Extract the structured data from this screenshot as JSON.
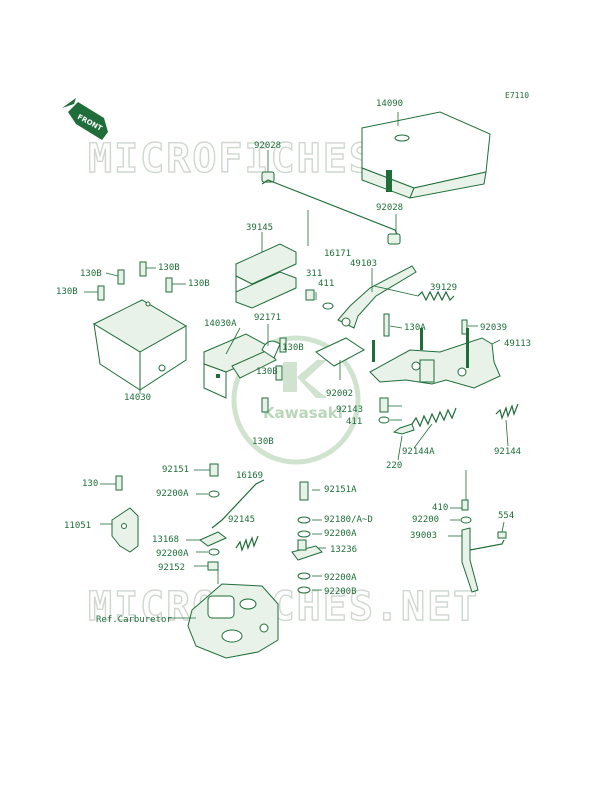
{
  "diagram_code": "E7110",
  "watermark": "MICROFICHES.NET",
  "brand_logo": "Kawasaki",
  "front_arrow": "FRONT",
  "reference_label": "Ref.Carburetor",
  "parts": [
    "14090",
    "92028",
    "92028",
    "16171",
    "39145",
    "311",
    "411",
    "49103",
    "39129",
    "130B",
    "130B",
    "130B",
    "130B",
    "14030A",
    "92171",
    "130B",
    "130A",
    "92039",
    "49113",
    "130B",
    "92002",
    "92143",
    "411",
    "130B",
    "14030",
    "220",
    "92144A",
    "92144",
    "130",
    "92151",
    "16169",
    "92151A",
    "92200A",
    "410",
    "92200",
    "554",
    "11051",
    "92145",
    "92180/A~D",
    "92200A",
    "13168",
    "39003",
    "92200A",
    "13236",
    "92152",
    "92200A",
    "92200B"
  ],
  "colors": {
    "ink": "#1f6e3a",
    "watermark": "#cfd8cf",
    "logo": "#b9d6b9"
  }
}
